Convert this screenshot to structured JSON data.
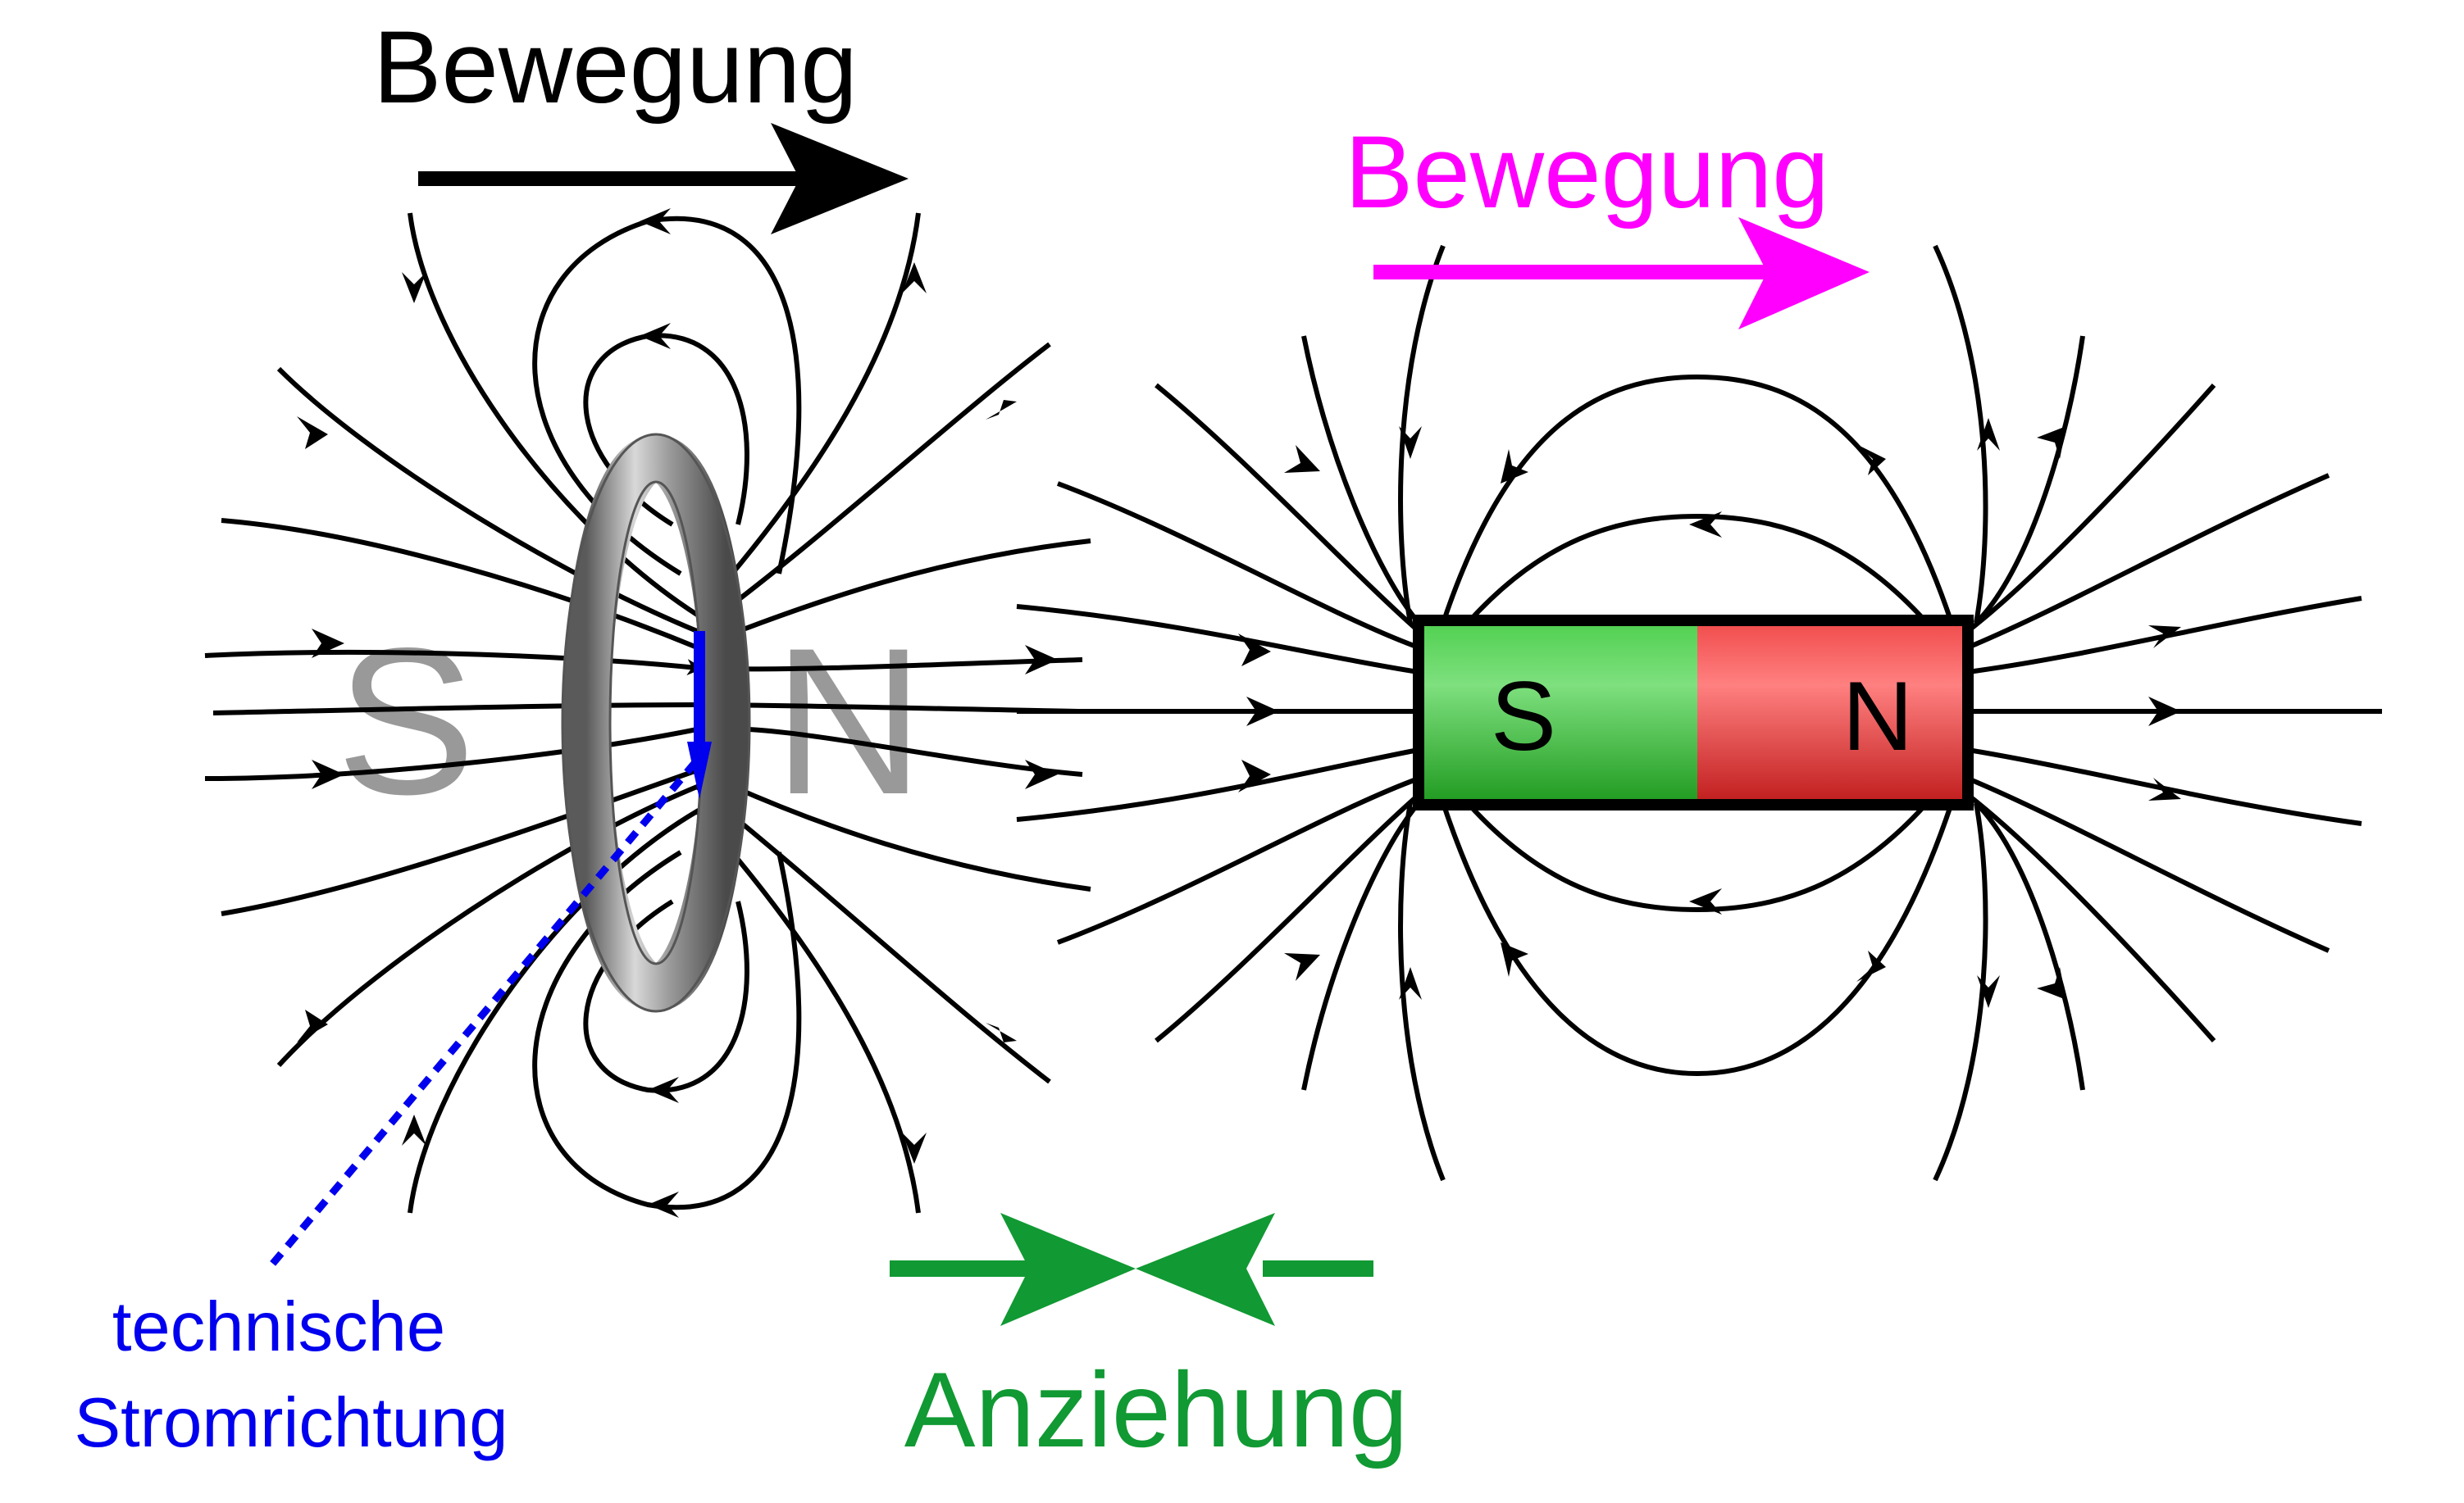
{
  "labels": {
    "motion_loop": "Bewegung",
    "motion_magnet": "Bewegung",
    "attraction": "Anziehung",
    "current_line1": "technische",
    "current_line2": "Stromrichtung",
    "loop_pole_s": "S",
    "loop_pole_n": "N",
    "magnet_pole_s": "S",
    "magnet_pole_n": "N"
  },
  "colors": {
    "field_lines": "#000000",
    "motion_loop": "#000000",
    "motion_magnet": "#ff00ff",
    "attraction": "#119933",
    "current": "#0000ee",
    "loop_poles": "#999999",
    "magnet_south": "#33bb33",
    "magnet_north": "#ee3333",
    "ring": "#888888"
  }
}
